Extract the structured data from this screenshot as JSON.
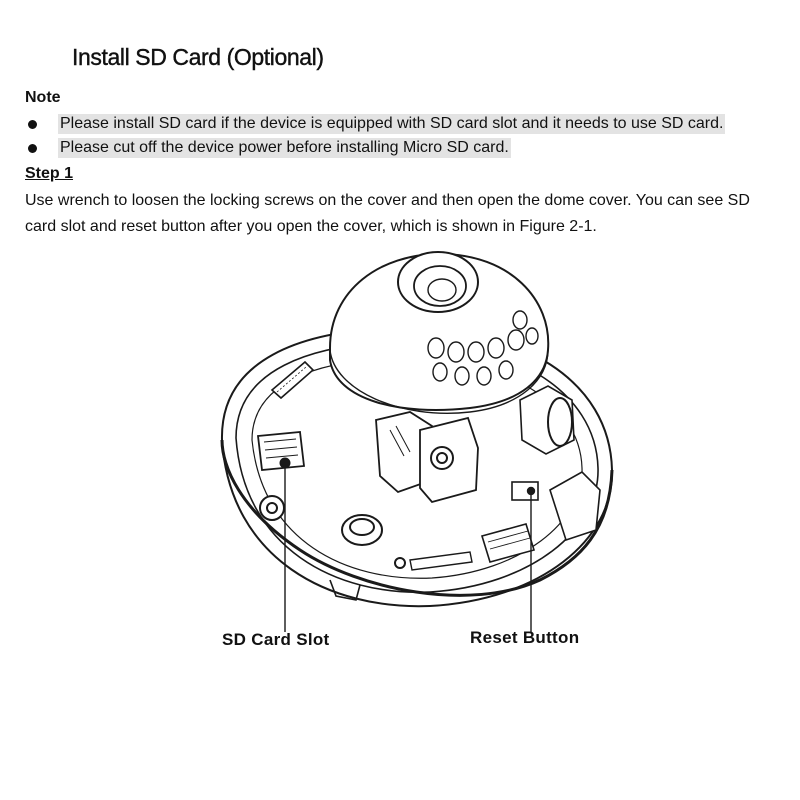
{
  "doc": {
    "title": "Install SD Card (Optional)",
    "note_heading": "Note",
    "notes": [
      "Please install SD card if the device is equipped with SD card slot and it needs to use SD card.",
      "Please cut off the device power before installing Micro SD card."
    ],
    "step_heading": "Step 1",
    "step_text": "Use wrench to loosen the locking screws on the cover and then open the dome cover. You can see SD card slot and reset button after you open the cover, which is shown in Figure 2-1."
  },
  "figure": {
    "label_sd_card_slot": "SD Card Slot",
    "label_reset_button": "Reset Button"
  }
}
